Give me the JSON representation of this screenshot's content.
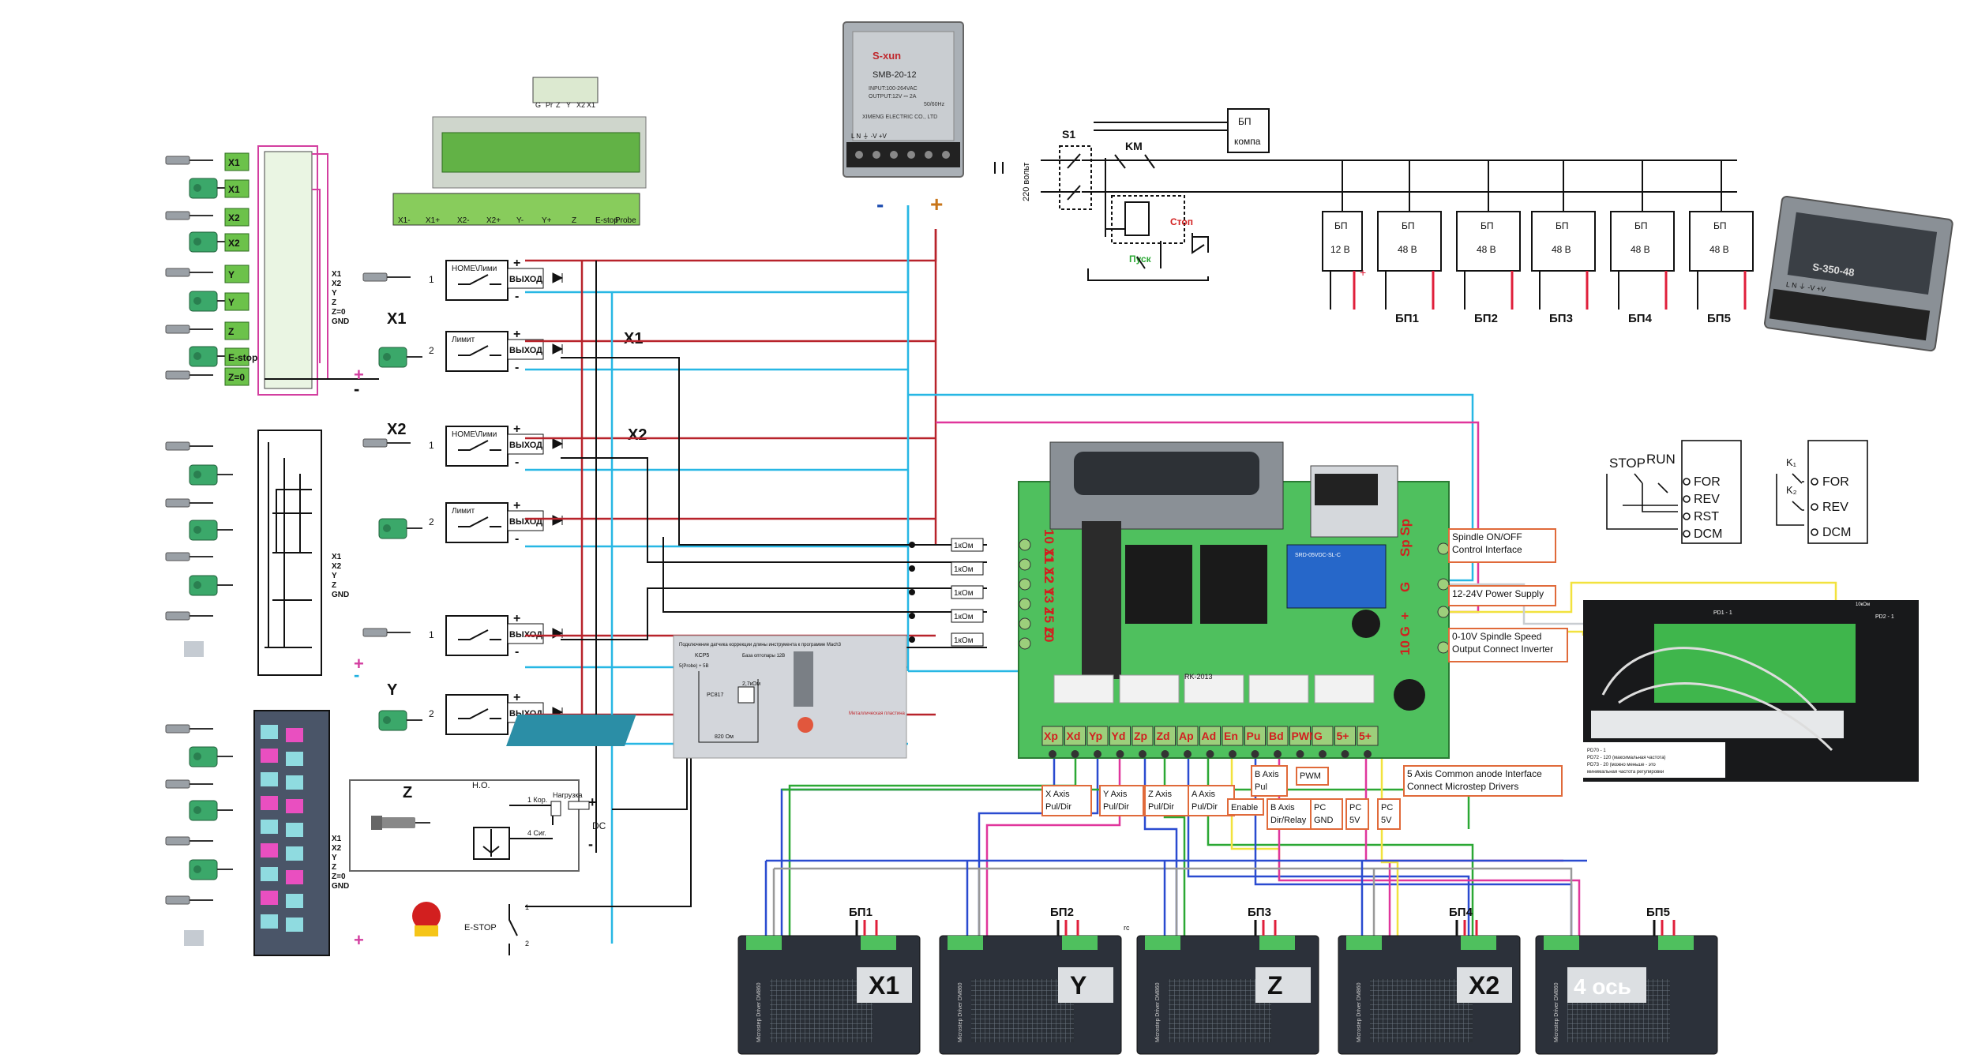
{
  "psu_small": {
    "brand": "S-xun",
    "model": "SMB-20-12",
    "input": "INPUT:100-264VAC",
    "output": "OUTPUT:12V ⎓ 2A",
    "freq": "50/60Hz",
    "maker": "XIMENG ELECTRIC CO., LTD",
    "terms": "L  N  ⏚  -V  +V",
    "minus": "-",
    "plus": "+"
  },
  "mains": {
    "s1": "S1",
    "km": "KM",
    "volt": "220 вольт",
    "pc_psu_line1": "БП",
    "pc_psu_line2": "компа",
    "stop": "Стоп",
    "start": "Пуск"
  },
  "psus": [
    {
      "top": "БП",
      "mid": "12 В",
      "bottom": ""
    },
    {
      "top": "БП",
      "mid": "48 В",
      "bottom": "БП1"
    },
    {
      "top": "БП",
      "mid": "48 В",
      "bottom": "БП2"
    },
    {
      "top": "БП",
      "mid": "48 В",
      "bottom": "БП3"
    },
    {
      "top": "БП",
      "mid": "48 В",
      "bottom": "БП4"
    },
    {
      "top": "БП",
      "mid": "48 В",
      "bottom": "БП5"
    }
  ],
  "psu_big": {
    "model": "S-350-48",
    "terms": "L  N  ⏚  -V  +V"
  },
  "terminal_photo": {
    "top": [
      "G",
      "Pr",
      "Z",
      "Y",
      "X2",
      "X1"
    ],
    "bottom": [
      "X1-",
      "X1+",
      "X2-",
      "X2+",
      "Y-",
      "Y+",
      "Z",
      "E-stop",
      "Probe"
    ]
  },
  "left_panel1": {
    "tags": [
      "X1",
      "X1",
      "X2",
      "X2",
      "Y",
      "Y",
      "Z",
      "E-stop",
      "Z=0"
    ],
    "list": [
      "X1",
      "X2",
      "Y",
      "Z",
      "Z=0",
      "GND"
    ],
    "plus": "+",
    "minus": "-"
  },
  "left_panel2": {
    "list": [
      "X1",
      "X2",
      "Y",
      "Z",
      "GND"
    ],
    "plus": "+"
  },
  "left_panel3": {
    "list": [
      "X1",
      "X2",
      "Y",
      "Z",
      "Z=0",
      "GND"
    ],
    "plus": "+"
  },
  "limits": {
    "boxes": [
      {
        "label": "HOME\\Лими",
        "out": "ВЫХОД",
        "num": "1"
      },
      {
        "label": "Лимит",
        "out": "ВЫХОД",
        "num": "2"
      },
      {
        "label": "HOME\\Лими",
        "out": "ВЫХОД",
        "num": "1"
      },
      {
        "label": "Лимит",
        "out": "ВЫХОД",
        "num": "2"
      },
      {
        "label": "",
        "out": "ВЫХОД",
        "num": "1"
      },
      {
        "label": "",
        "out": "ВЫХОД",
        "num": "2"
      }
    ],
    "axis_names": [
      "X1",
      "X2",
      "Y"
    ],
    "plus": "+",
    "minus": "-"
  },
  "z_probe": {
    "z": "Z",
    "no": "Н.О.",
    "kor": "1 Кор.",
    "sig": "4 Сиг.",
    "load": "Нагрузка",
    "dc": "DC",
    "plus": "+",
    "minus": "-"
  },
  "estop": {
    "label": "E-STOP",
    "n1": "1",
    "n2": "2"
  },
  "probe_photo": {
    "title": "Подключение датчика коррекции длины инструмента к программе Mach3",
    "kcp": "KCP5",
    "hint": "5(Probe) + 5В",
    "base": "База оптопары 12В",
    "pc": "PC817",
    "r1": "2,7кОм",
    "r2": "820 Ом",
    "plate": "Металлическая пластина"
  },
  "board": {
    "left_labels": [
      "10 X1",
      "11 X2",
      "12 Y",
      "13 Z",
      "15 Z0",
      "G"
    ],
    "resistors": [
      "1кОм",
      "1кОм",
      "1кОм",
      "1кОм",
      "1кОм"
    ],
    "right_labels": [
      "Sp Sp",
      "G",
      "+",
      "10 G"
    ],
    "relay": "SRD-05VDC-SL-C",
    "bottom": [
      "Xp",
      "Xd",
      "Yp",
      "Yd",
      "Zp",
      "Zd",
      "Ap",
      "Ad",
      "En",
      "Pu",
      "Bd",
      "PWM",
      "G",
      "5+",
      "5+"
    ],
    "model": "RK-2013"
  },
  "notes": {
    "spindle": [
      "Spindle ON/OFF",
      "Control Interface"
    ],
    "power": [
      "12-24V Power Supply"
    ],
    "speed": [
      "0-10V Spindle Speed",
      "Output Connect Inverter"
    ],
    "axis5": [
      "5 Axis Common anode Interface",
      "Connect Microstep Drivers"
    ],
    "x_axis": [
      "X Axis",
      "Pul/Dir"
    ],
    "y_axis": [
      "Y Axis",
      "Pul/Dir"
    ],
    "z_axis": [
      "Z Axis",
      "Pul/Dir"
    ],
    "a_axis": [
      "A Axis",
      "Pul/Dir"
    ],
    "enable": [
      "Enable"
    ],
    "b_axis_pul": [
      "B Axis",
      "Pul"
    ],
    "b_axis_dir": [
      "B Axis",
      "Dir/Relay"
    ],
    "pwm": [
      "PWM"
    ],
    "pc_gnd": [
      "PC",
      "GND"
    ],
    "pc_5v_a": [
      "PC",
      "5V"
    ],
    "pc_5v_b": [
      "PC",
      "5V"
    ]
  },
  "vfd": {
    "stop": "STOP",
    "run": "RUN",
    "terms": [
      "FOR",
      "REV",
      "RST",
      "DCM"
    ],
    "k1": "K₁",
    "k2": "K₂",
    "terms2": [
      "FOR",
      "REV",
      "DCM"
    ]
  },
  "vfd_photo": {
    "pd1": "PD1 - 1",
    "pd2": "PD2 - 1",
    "ohm": "10кОм",
    "notes": [
      "PD70 - 1",
      "PD72 - 120 (максимальная частота)",
      "PD73 - 20 (можно меньше - это",
      "минимальная частота регулировки"
    ]
  },
  "drivers": [
    {
      "psu": "БП1",
      "axis": "X1"
    },
    {
      "psu": "БП2",
      "axis": "Y"
    },
    {
      "psu": "БП3",
      "axis": "Z"
    },
    {
      "psu": "БП4",
      "axis": "X2"
    },
    {
      "psu": "БП5",
      "axis": "4 ось"
    }
  ],
  "driver_model": "Microstep Driver DM860",
  "misc_label": "rc"
}
